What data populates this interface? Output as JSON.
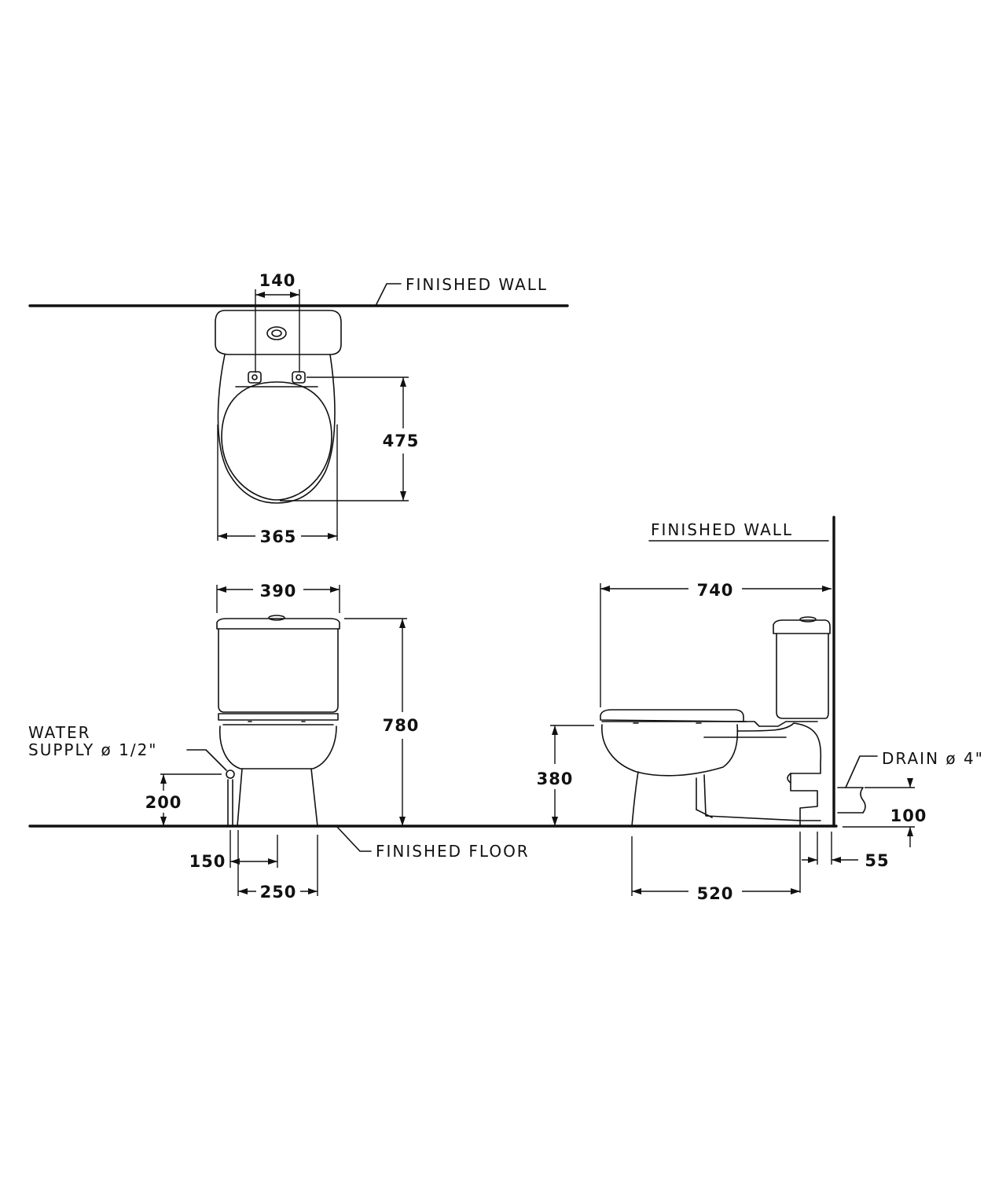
{
  "top_view": {
    "wall_label": "FINISHED  WALL",
    "dim_hinge_spacing": "140",
    "dim_seat_length": "475",
    "dim_bowl_width": "365"
  },
  "front_view": {
    "dim_tank_width": "390",
    "dim_total_height": "780",
    "water_supply_label_1": "WATER",
    "water_supply_label_2": "SUPPLY  ø 1/2\"",
    "dim_supply_height": "200",
    "dim_supply_offset": "150",
    "dim_base_width": "250",
    "floor_label": "FINISHED  FLOOR"
  },
  "side_view": {
    "wall_label": "FINISHED  WALL",
    "dim_total_depth": "740",
    "dim_seat_height": "380",
    "drain_label": "DRAIN  ø 4\"",
    "dim_drain_height": "100",
    "dim_wall_offset": "55",
    "dim_base_depth": "520"
  }
}
